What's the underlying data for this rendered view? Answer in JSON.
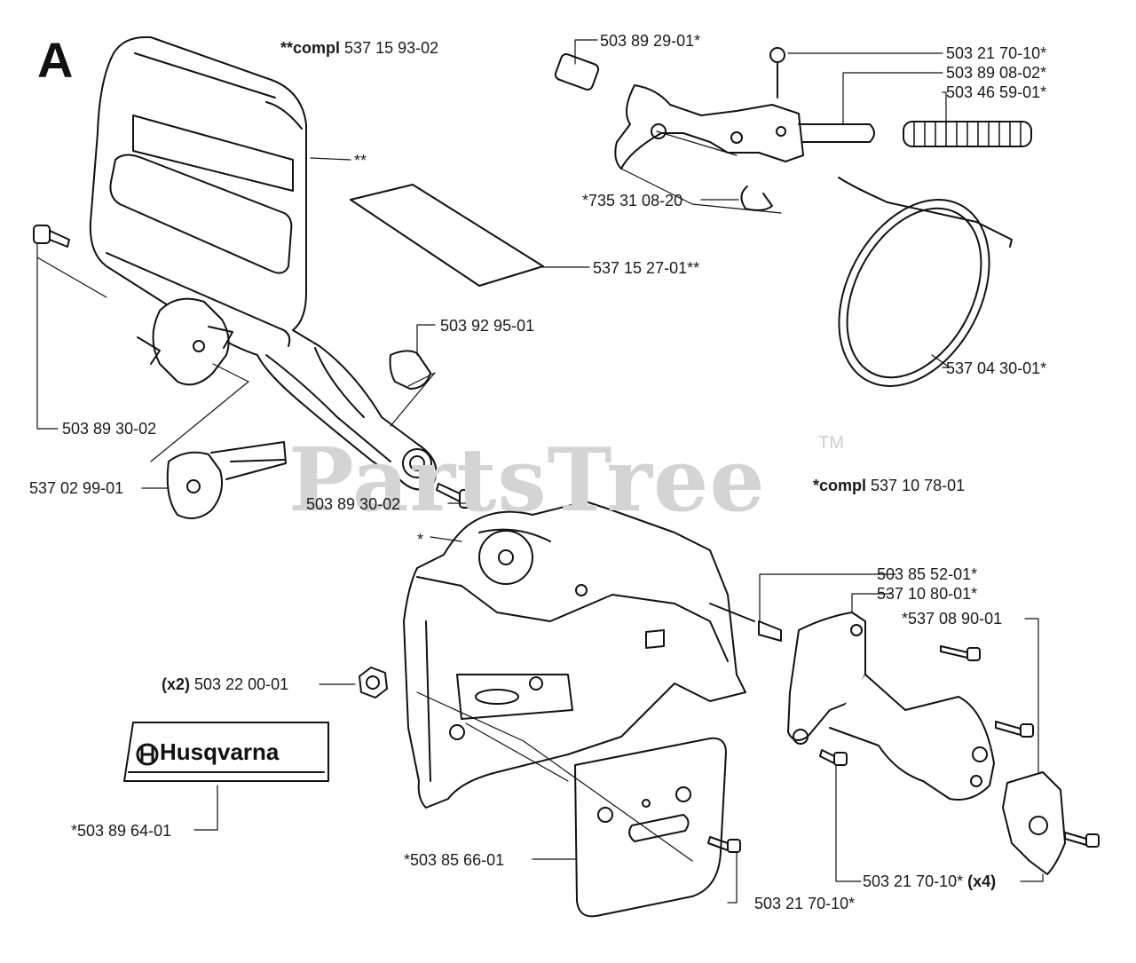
{
  "section_letter": "A",
  "watermark": {
    "text": "PartsTree",
    "tm": "TM"
  },
  "decal_brand": "Husqvarna",
  "labels": {
    "compl_chain_brake": {
      "prefix": "**compl",
      "num": "537 15 93-02"
    },
    "p50389_2901": "503 89 29-01*",
    "p50321_7010_top": "503 21 70-10*",
    "p50389_0802": "503 89 08-02*",
    "p50346_5901": "503 46 59-01*",
    "dstar": "**",
    "p73531_0820": "*735 31 08-20",
    "p53715_2701": "537 15 27-01**",
    "p50392_9501": "503 92 95-01",
    "p53704_3001": "537 04 30-01*",
    "p50389_3002_a": "503 89 30-02",
    "p53702_9901": "537 02 99-01",
    "p50389_3002_b": "503 89 30-02",
    "compl_clutch_cover": {
      "prefix": "*compl",
      "num": "537 10 78-01"
    },
    "star": "*",
    "p50385_5201": "503 85 52-01*",
    "p53710_8001": "537 10 80-01*",
    "p53708_9001": "*537 08 90-01",
    "nut": {
      "qty": "(x2)",
      "num": "503 22 00-01"
    },
    "p50389_6401": "*503 89 64-01",
    "p50385_6601": "*503 85 66-01",
    "p50321_7010_x4": {
      "num": "503 21 70-10*",
      "qty": "(x4)"
    },
    "p50321_7010_bot": "503 21 70-10*"
  }
}
